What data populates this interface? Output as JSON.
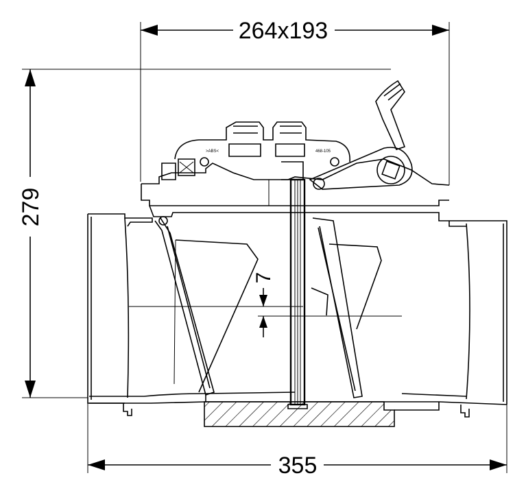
{
  "dimensions": {
    "top_width": "264x193",
    "height": "279",
    "bottom_width": "355",
    "offset": "7"
  },
  "part_marks": {
    "left_mark": ">ABS<",
    "right_mark": "468-105"
  }
}
